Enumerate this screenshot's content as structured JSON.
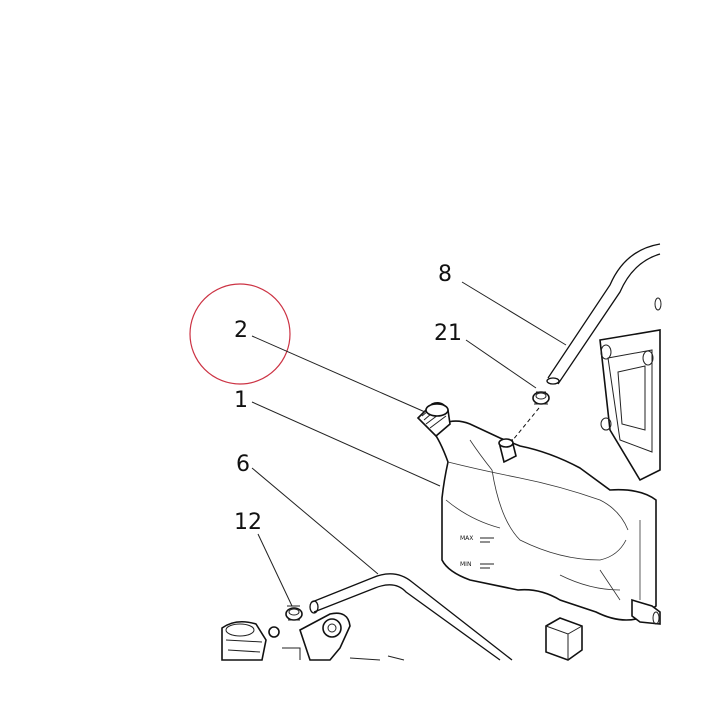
{
  "diagram": {
    "callouts": [
      {
        "id": "c1",
        "label": "1"
      },
      {
        "id": "c2",
        "label": "2"
      },
      {
        "id": "c6",
        "label": "6"
      },
      {
        "id": "c8",
        "label": "8"
      },
      {
        "id": "c12",
        "label": "12"
      },
      {
        "id": "c21",
        "label": "21"
      }
    ],
    "tank_markings": {
      "max": "MAX",
      "min": "MIN"
    },
    "highlight_color": "#cc3344",
    "line_color": "#111111"
  }
}
